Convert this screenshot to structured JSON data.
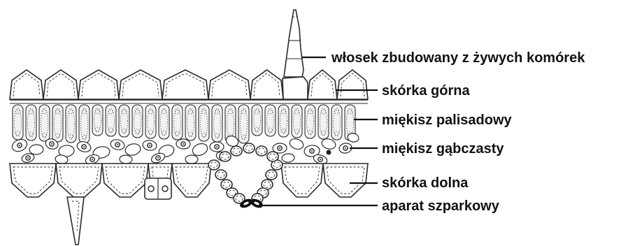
{
  "diagram": {
    "labels": {
      "hair": "włosek zbudowany z żywych komórek",
      "upper_epidermis": "skórka górna",
      "palisade": "miękisz palisadowy",
      "spongy": "miękisz gąbczasty",
      "lower_epidermis": "skórka dolna",
      "stoma": "aparat szparkowy"
    }
  }
}
